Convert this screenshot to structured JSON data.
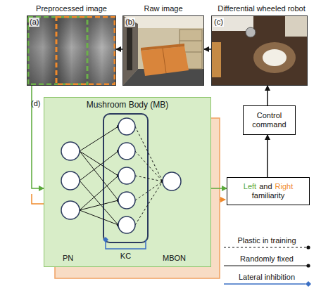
{
  "diagram": {
    "nodes": [
      {
        "text": [
          "Preprocessed image",
          "(a)"
        ]
      },
      {
        "text": [
          "Raw image",
          "(b)"
        ]
      },
      {
        "text": [
          "Differential wheeled robot",
          "(c)"
        ]
      },
      {
        "text": [
          "Mushroom Body (MB)",
          "PN",
          "MBON"
        ]
      },
      {
        "text": [
          "KC"
        ],
        "in": 3
      },
      {
        "text": [
          "Left",
          "and",
          "Right",
          "familiarity"
        ]
      },
      {
        "text": [
          "Control command"
        ]
      }
    ],
    "edges": [
      {
        "from": 2,
        "to": 1,
        "arrow": "to"
      },
      {
        "from": 1,
        "to": 0,
        "arrow": "to"
      },
      {
        "from": 0,
        "to": 3,
        "arrow": "to"
      },
      {
        "from": 3,
        "to": 5,
        "arrow": "to"
      },
      {
        "from": 5,
        "to": 6,
        "arrow": "to"
      },
      {
        "from": 6,
        "to": 2,
        "arrow": "to"
      }
    ],
    "labels": [
      "(d)"
    ],
    "legend": [
      {
        "text": "Plastic in training"
      },
      {
        "text": "Randomly fixed"
      },
      {
        "text": "Lateral inhibition"
      }
    ]
  }
}
